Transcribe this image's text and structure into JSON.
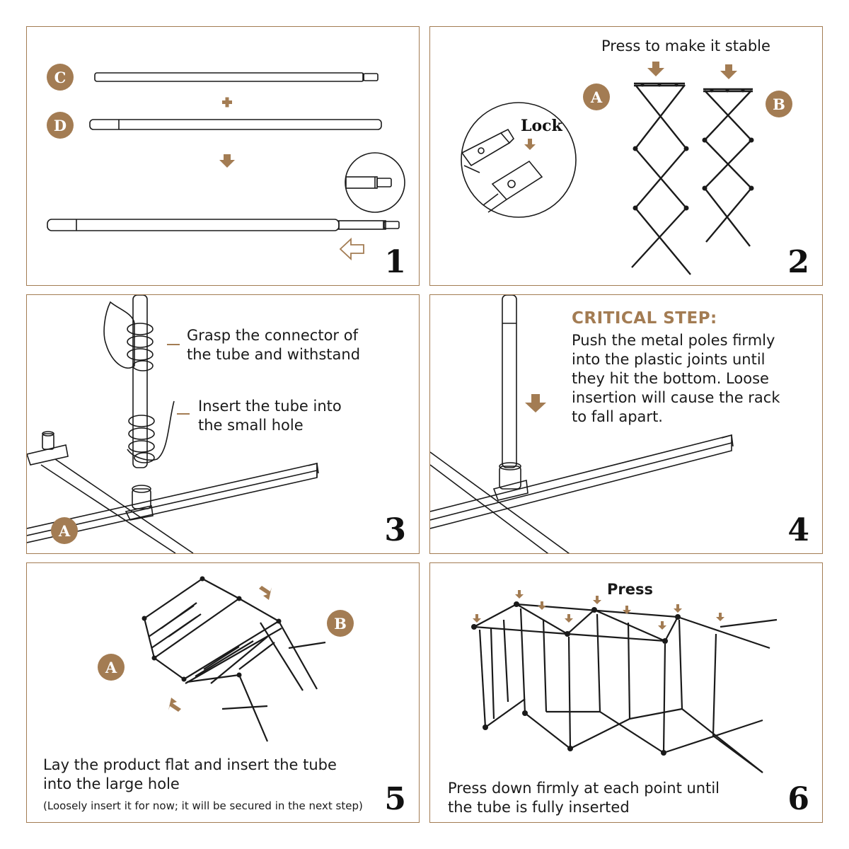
{
  "colors": {
    "accent": "#a37c53",
    "line": "#1a1a1a",
    "border": "#a37c53"
  },
  "steps": [
    {
      "number": "1",
      "labels": {
        "c": "C",
        "d": "D"
      }
    },
    {
      "number": "2",
      "title": "Press to make it stable",
      "lock": "Lock",
      "labels": {
        "a": "A",
        "b": "B"
      }
    },
    {
      "number": "3",
      "note1": [
        "Grasp the connector of",
        "the tube and withstand"
      ],
      "note2": [
        "Insert the tube into",
        "the small hole"
      ],
      "labels": {
        "a": "A"
      }
    },
    {
      "number": "4",
      "critical_title": "CRITICAL STEP:",
      "critical_lines": [
        "Push the metal poles firmly",
        "into the plastic joints until",
        "they hit the bottom. Loose",
        "insertion will cause the rack",
        "to fall apart."
      ]
    },
    {
      "number": "5",
      "lines": [
        "Lay the product flat and insert the tube",
        "into the large hole"
      ],
      "small": "(Loosely insert it for now; it will be secured in the next step)",
      "labels": {
        "a": "A",
        "b": "B"
      }
    },
    {
      "number": "6",
      "press": "Press",
      "lines": [
        "Press down firmly at each point until",
        "the tube is fully inserted"
      ]
    }
  ]
}
